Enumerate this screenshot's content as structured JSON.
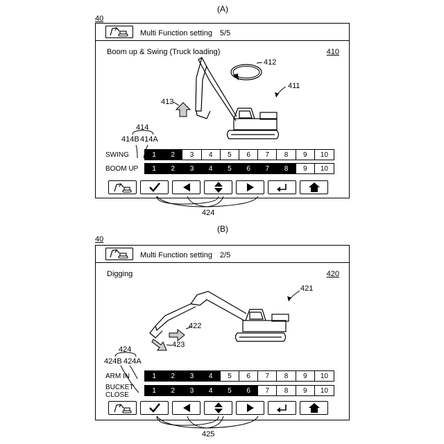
{
  "panels": [
    {
      "caption": "(A)",
      "frame_ref": "40",
      "title": "Multi Function setting　5/5",
      "screen_name": "Boom up & Swing (Truck loading)",
      "screen_ref": "410",
      "refs": {
        "machine": "411",
        "swing_arrow": "412",
        "boom_arrow": "413",
        "group": "414",
        "sub_b": "414B",
        "sub_a": "414A",
        "nav_group": "424"
      },
      "rows": [
        {
          "label": "SWING",
          "active_count": 2
        },
        {
          "label": "BOOM UP",
          "active_count": 8
        }
      ],
      "cells": [
        "1",
        "2",
        "3",
        "4",
        "5",
        "6",
        "7",
        "8",
        "9",
        "10"
      ]
    },
    {
      "caption": "(B)",
      "frame_ref": "40",
      "title": "Multi Function setting　2/5",
      "screen_name": "Digging",
      "screen_ref": "420",
      "refs": {
        "machine": "421",
        "arm_arrow": "422",
        "bucket_arrow": "423",
        "group": "424",
        "sub_b": "424B",
        "sub_a": "424A",
        "nav_group": "425"
      },
      "rows": [
        {
          "label": "ARM IN",
          "active_count": 4
        },
        {
          "label": "BUCKET CLOSE",
          "label_line1": "BUCKET",
          "label_line2": "CLOSE",
          "active_count": 6
        }
      ],
      "cells": [
        "1",
        "2",
        "3",
        "4",
        "5",
        "6",
        "7",
        "8",
        "9",
        "10"
      ]
    }
  ],
  "nav_buttons": [
    "excavator-icon",
    "check-icon",
    "arrow-left-icon",
    "up-down-icon",
    "arrow-right-icon",
    "return-icon",
    "home-icon"
  ]
}
